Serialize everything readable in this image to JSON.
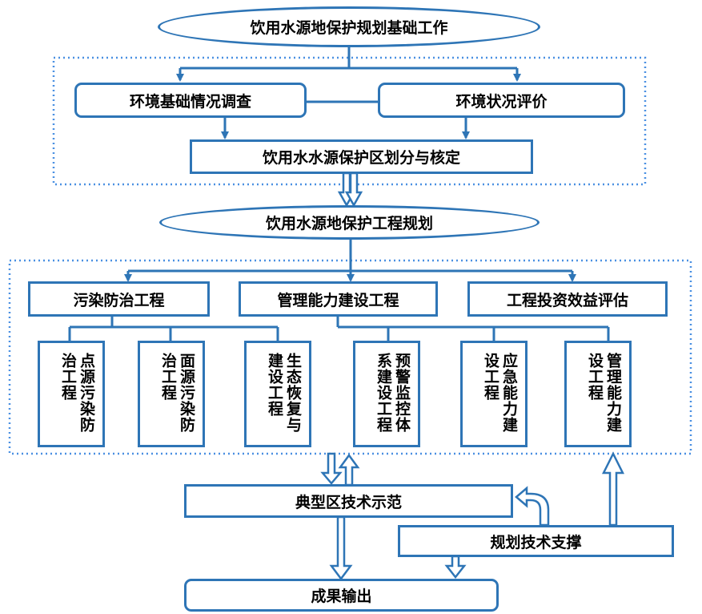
{
  "diagram": {
    "top_ellipse": "饮用水源地保护规划基础工作",
    "survey_box": "环境基础情况调查",
    "assessment_box": "环境状况评价",
    "zoning_box": "饮用水水源保护区划分与核定",
    "mid_ellipse": "饮用水源地保护工程规划",
    "pollution_box": "污染防治工程",
    "capacity_box": "管理能力建设工程",
    "investment_box": "工程投资效益评估",
    "sub_items": [
      "点源污染防治工程",
      "面源污染防治工程",
      "生态恢复与建设工程",
      "预警监控体系建设工程",
      "应急能力建设工程",
      "管理能力建设工程"
    ],
    "demo_box": "典型区技术示范",
    "support_box": "规划技术支撑",
    "output_box": "成果输出"
  },
  "colors": {
    "line": "#2e75b6",
    "dotted": "#4a90e2",
    "text": "#000000",
    "background": "#ffffff"
  }
}
